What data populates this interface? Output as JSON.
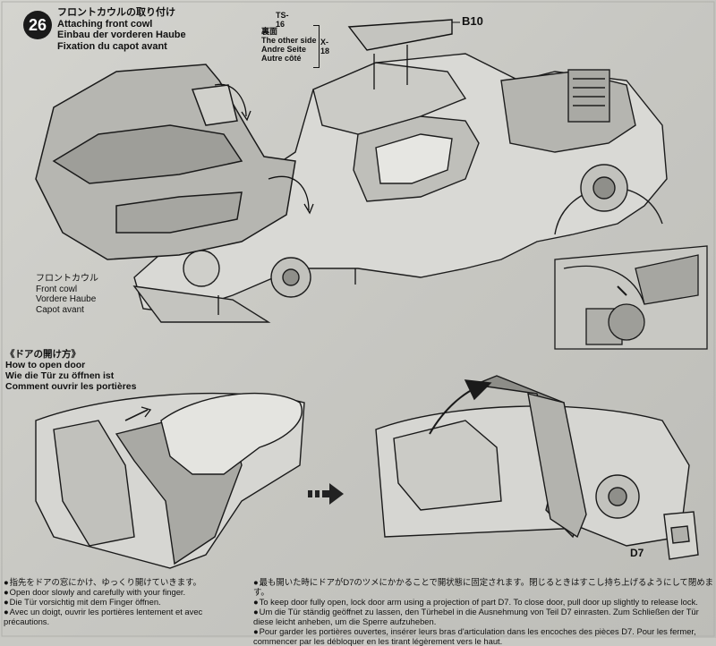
{
  "step": {
    "number": "26",
    "title_ja": "フロントカウルの取り付け",
    "title_en": "Attaching front cowl",
    "title_de": "Einbau der vorderen Haube",
    "title_fr": "Fixation du capot avant"
  },
  "callout": {
    "ts": "TS-16",
    "other_side_ja": "裏面",
    "other_side_en": "The other side",
    "other_side_de": "Andre Seite",
    "other_side_fr": "Autre côté",
    "x": "X-18",
    "part": "B10"
  },
  "front_cowl": {
    "ja": "フロントカウル",
    "en": "Front cowl",
    "de": "Vordere Haube",
    "fr": "Capot avant"
  },
  "door": {
    "ja": "《ドアの開け方》",
    "en": "How to open door",
    "de": "Wie die Tür zu öffnen ist",
    "fr": "Comment ouvrir les portières",
    "part": "D7"
  },
  "notes_left": [
    "指先をドアの窓にかけ、ゆっくり開けていきます。",
    "Open door slowly and carefully with your finger.",
    "Die Tür vorsichtig mit dem Finger öffnen.",
    "Avec un doigt, ouvrir les portières lentement et avec précautions."
  ],
  "notes_right": [
    "最も開いた時にドアがD7のツメにかかることで開状態に固定されます。閉じるときはすこし持ち上げるようにして閉めます。",
    "To keep door fully open, lock door arm using a projection of part D7. To close door, pull door up slightly to release lock.",
    "Um die Tür ständig geöffnet zu lassen, den Türhebel in die Ausnehmung von Teil D7 einrasten. Zum Schließen der Tür diese leicht anheben, um die Sperre aufzuheben.",
    "Pour garder les portières ouvertes, insérer leurs bras d'articulation dans les encoches des pièces D7. Pour les fermer, commencer par les débloquer en les tirant légèrement vers le haut."
  ],
  "colors": {
    "paper": "#cfcfca",
    "ink": "#111111",
    "shade": "#9a9a96"
  },
  "icons": {
    "next": "arrow-right-icon"
  }
}
